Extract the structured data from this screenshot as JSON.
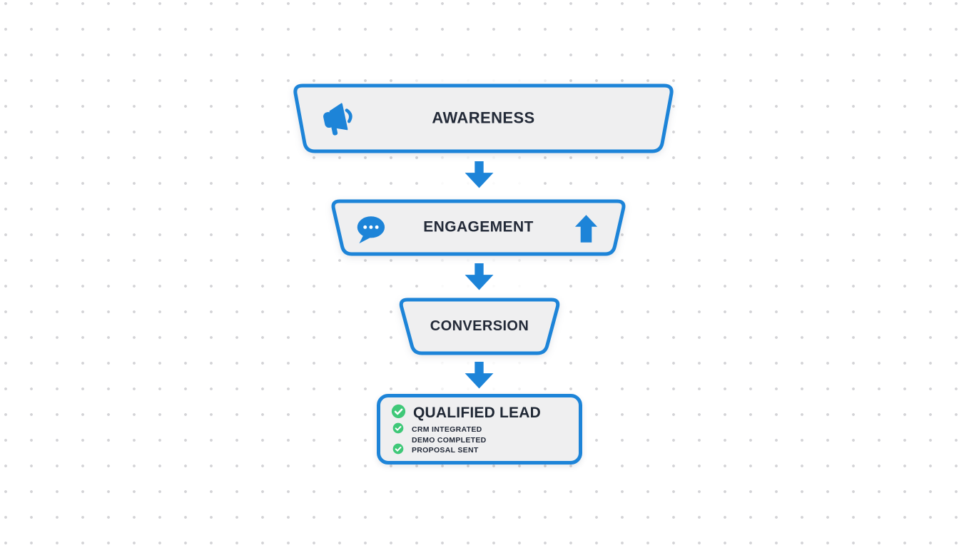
{
  "colors": {
    "accent_blue": "#1d84d8",
    "box_fill": "#efeff0",
    "text_dark": "#232a38",
    "check_green": "#3fc878",
    "dot_grid": "#d3d3d6"
  },
  "stages": [
    {
      "label": "AWARENESS",
      "icon": "megaphone-icon"
    },
    {
      "label": "ENGAGEMENT",
      "icon": "chat-bubble-icon",
      "secondary_icon": "up-arrow-icon"
    },
    {
      "label": "CONVERSION"
    },
    {
      "label": "QUALIFIED LEAD",
      "icon": "check-circle-icon",
      "checklist": [
        {
          "label": "CRM INTEGRATED",
          "has_check_icon": true
        },
        {
          "label": "DEMO COMPLETED",
          "has_check_icon": false
        },
        {
          "label": "PROPOSAL SENT",
          "has_check_icon": true
        }
      ]
    }
  ],
  "connectors": [
    {
      "icon": "down-arrow-icon"
    },
    {
      "icon": "down-arrow-icon"
    },
    {
      "icon": "down-arrow-icon"
    }
  ]
}
